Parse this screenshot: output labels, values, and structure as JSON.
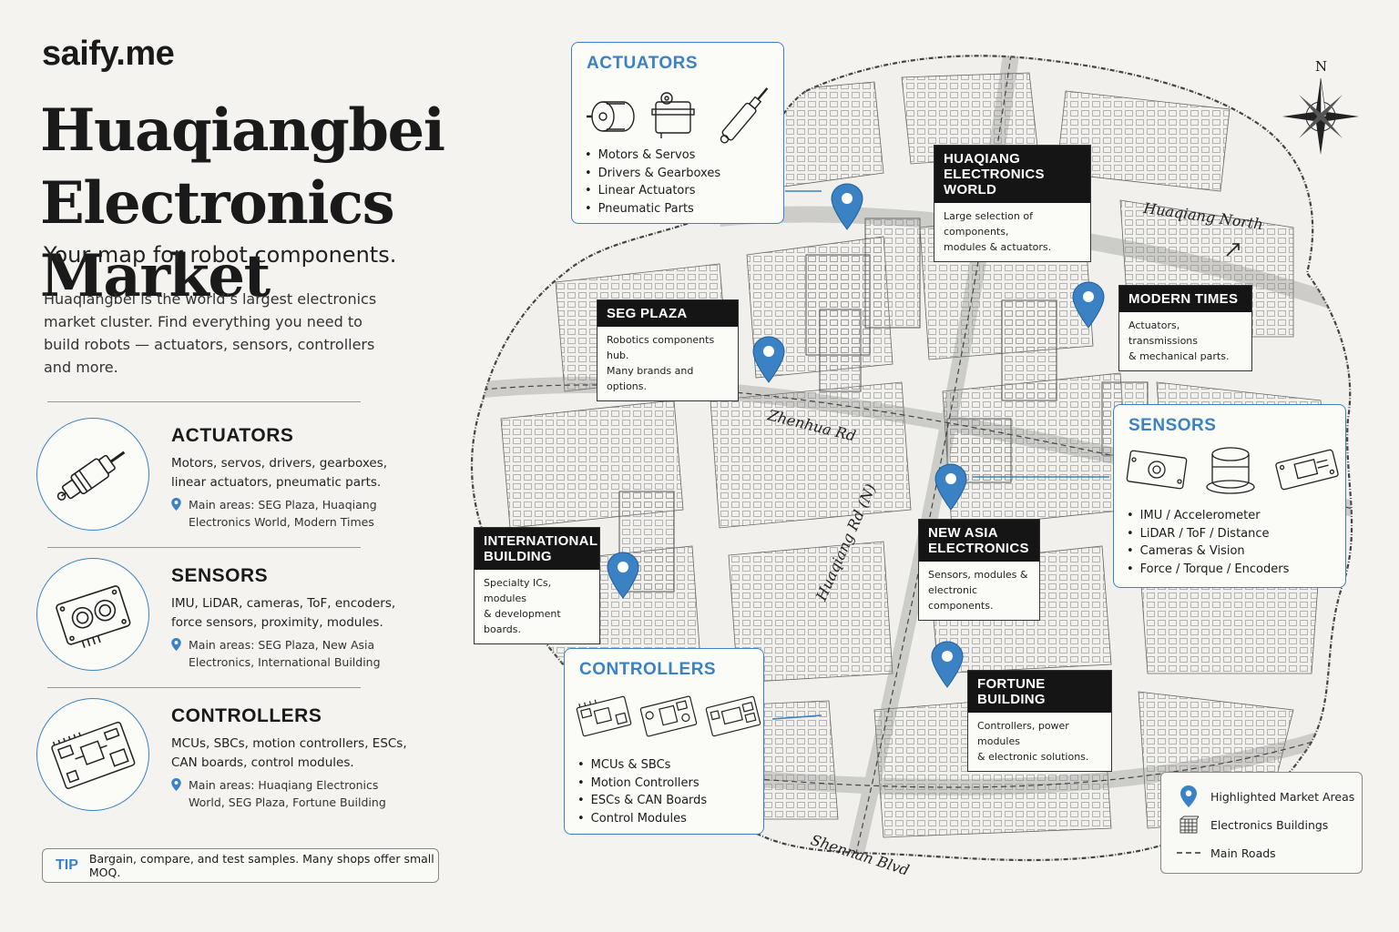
{
  "brand": "saify.me",
  "title_line1": "Huaqiangbei",
  "title_line2": "Electronics Market",
  "tagline": "Your map for robot components.",
  "intro": "Huaqiangbei is the world’s largest electronics market cluster. Find everything you need to build robots — actuators, sensors, controllers and more.",
  "categories": [
    {
      "title": "ACTUATORS",
      "desc": "Motors, servos, drivers, gearboxes, linear actuators, pneumatic parts.",
      "areas": "Main areas: SEG Plaza, Huaqiang Electronics World, Modern Times",
      "icon": "linear-actuator-icon"
    },
    {
      "title": "SENSORS",
      "desc": "IMU, LiDAR, cameras, ToF, encoders, force sensors, proximity, modules.",
      "areas": "Main areas: SEG Plaza, New Asia Electronics, International Building",
      "icon": "sensor-module-icon"
    },
    {
      "title": "CONTROLLERS",
      "desc": "MCUs, SBCs, motion controllers, ESCs, CAN boards, control modules.",
      "areas": "Main areas: Huaqiang Electronics World, SEG Plaza, Fortune Building",
      "icon": "controller-board-icon"
    }
  ],
  "tip": {
    "label": "TIP",
    "text": "Bargain, compare, and test samples. Many shops offer small MOQ."
  },
  "callouts": {
    "actuators": {
      "title": "ACTUATORS",
      "items": [
        "Motors & Servos",
        "Drivers & Gearboxes",
        "Linear Actuators",
        "Pneumatic Parts"
      ]
    },
    "sensors": {
      "title": "SENSORS",
      "items": [
        "IMU / Accelerometer",
        "LiDAR / ToF / Distance",
        "Cameras & Vision",
        "Force / Torque / Encoders"
      ]
    },
    "controllers": {
      "title": "CONTROLLERS",
      "items": [
        "MCUs & SBCs",
        "Motion Controllers",
        "ESCs & CAN Boards",
        "Control Modules"
      ]
    }
  },
  "markets": [
    {
      "name_line1": "HUAQIANG",
      "name_line2": "ELECTRONICS WORLD",
      "desc_line1": "Large selection of components,",
      "desc_line2": "modules & actuators."
    },
    {
      "name_line1": "MODERN TIMES",
      "name_line2": "",
      "desc_line1": "Actuators, transmissions",
      "desc_line2": "& mechanical parts."
    },
    {
      "name_line1": "SEG PLAZA",
      "name_line2": "",
      "desc_line1": "Robotics components hub.",
      "desc_line2": "Many brands and options."
    },
    {
      "name_line1": "INTERNATIONAL",
      "name_line2": "BUILDING",
      "desc_line1": "Specialty ICs, modules",
      "desc_line2": "& development boards."
    },
    {
      "name_line1": "NEW ASIA",
      "name_line2": "ELECTRONICS",
      "desc_line1": "Sensors, modules &",
      "desc_line2": "electronic components."
    },
    {
      "name_line1": "FORTUNE BUILDING",
      "name_line2": "",
      "desc_line1": "Controllers, power modules",
      "desc_line2": "& electronic solutions."
    }
  ],
  "streets": {
    "zhenhua": "Zhenhua Rd",
    "huaqiang": "Huaqiang Rd (N)",
    "shennan": "Shennan Blvd",
    "north": "Huaqiang North"
  },
  "compass_label": "N",
  "legend": [
    {
      "label": "Highlighted Market Areas",
      "icon": "map-pin-icon"
    },
    {
      "label": "Electronics Buildings",
      "icon": "building-icon"
    },
    {
      "label": "Main Roads",
      "icon": "dashed-line-icon"
    }
  ],
  "colors": {
    "accent": "#3b82c4",
    "ink": "#1a1a1a",
    "background": "#f4f3ef",
    "label_header": "#151515"
  }
}
